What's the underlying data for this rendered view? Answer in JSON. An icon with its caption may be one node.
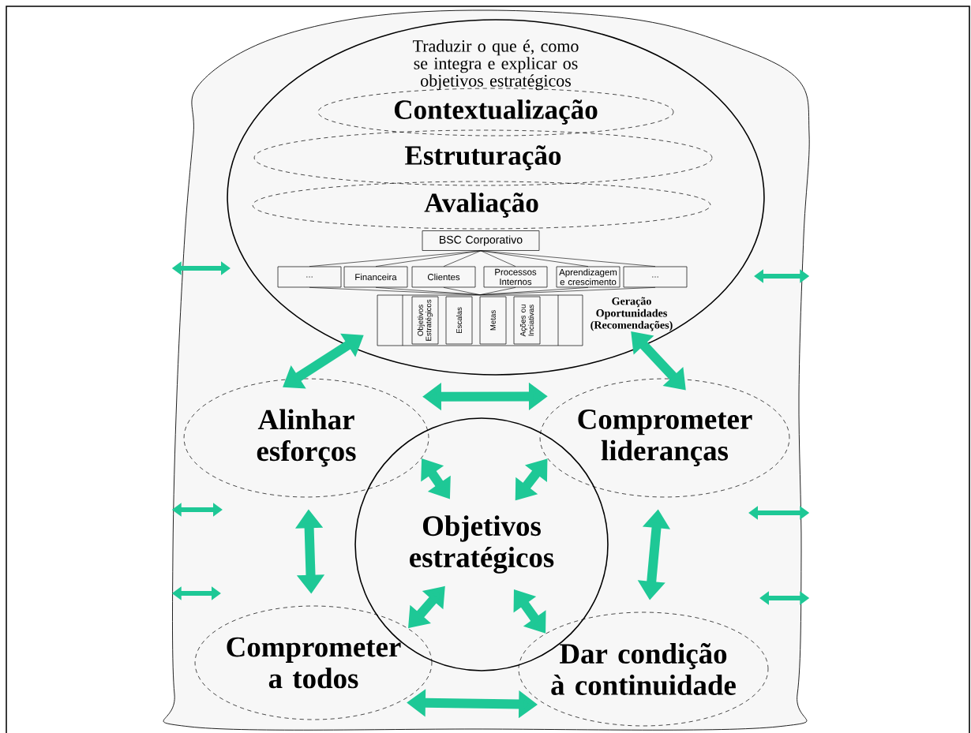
{
  "diagram": {
    "nodes": [
      {
        "text": [],
        "shape": "cloud"
      },
      {
        "text": [
          "Traduzir o que é, como se integra e explicar os objetivos estratégicos"
        ],
        "in": 0
      },
      {
        "text": [
          "Contextualização"
        ],
        "in": 1
      },
      {
        "text": [
          "Estruturação"
        ],
        "in": 1
      },
      {
        "text": [
          "Avaliação"
        ],
        "in": 1
      },
      {
        "text": [
          "BSC Corporativo"
        ],
        "in": 1
      },
      {
        "text": [
          "..."
        ],
        "in": 1
      },
      {
        "text": [
          "Financeira"
        ],
        "in": 1
      },
      {
        "text": [
          "Clientes"
        ],
        "in": 1
      },
      {
        "text": [
          "Processos Internos"
        ],
        "in": 1
      },
      {
        "text": [
          "Aprendizagem e crescimento"
        ],
        "in": 1
      },
      {
        "text": [
          "..."
        ],
        "in": 1
      },
      {
        "text": [],
        "shape": "box",
        "in": 1
      },
      {
        "text": [
          "Objetivos Estratégicos"
        ],
        "in": 12
      },
      {
        "text": [
          "Escalas"
        ],
        "in": 12
      },
      {
        "text": [
          "Metas"
        ],
        "in": 12
      },
      {
        "text": [
          "Ações ou Inciativas"
        ],
        "in": 12
      },
      {
        "text": [
          "Alinhar esforços"
        ],
        "in": 0
      },
      {
        "text": [
          "Comprometer lideranças"
        ],
        "in": 0
      },
      {
        "text": [
          "Objetivos estratégicos"
        ],
        "in": 0
      },
      {
        "text": [
          "Comprometer a todos"
        ],
        "in": 0
      },
      {
        "text": [
          "Dar condição à continuidade"
        ],
        "in": 0
      }
    ],
    "edges": [
      {
        "from": 5,
        "to": 6,
        "arrow": "none",
        "color": "#000000"
      },
      {
        "from": 5,
        "to": 7,
        "arrow": "none",
        "color": "#000000"
      },
      {
        "from": 5,
        "to": 8,
        "arrow": "none",
        "color": "#000000"
      },
      {
        "from": 5,
        "to": 9,
        "arrow": "none",
        "color": "#000000"
      },
      {
        "from": 5,
        "to": 10,
        "arrow": "none",
        "color": "#000000"
      },
      {
        "from": 5,
        "to": 11,
        "arrow": "none",
        "color": "#000000"
      },
      {
        "from": 6,
        "to": 12,
        "arrow": "none",
        "color": "#000000"
      },
      {
        "from": 7,
        "to": 12,
        "arrow": "none",
        "color": "#000000"
      },
      {
        "from": 8,
        "to": 12,
        "arrow": "none",
        "color": "#000000"
      },
      {
        "from": 9,
        "to": 12,
        "arrow": "none",
        "color": "#000000"
      },
      {
        "from": 10,
        "to": 12,
        "arrow": "none",
        "color": "#000000"
      },
      {
        "from": 11,
        "to": 12,
        "arrow": "none",
        "color": "#000000"
      },
      {
        "from": 1,
        "to": 17,
        "arrow": "both",
        "style": "thick"
      },
      {
        "from": 1,
        "to": 18,
        "arrow": "both",
        "style": "thick"
      },
      {
        "from": 17,
        "to": 18,
        "arrow": "both",
        "style": "thick"
      },
      {
        "from": 17,
        "to": 19,
        "arrow": "both",
        "style": "thick"
      },
      {
        "from": 18,
        "to": 19,
        "arrow": "both",
        "style": "thick"
      },
      {
        "from": 17,
        "to": 20,
        "arrow": "both",
        "style": "thick"
      },
      {
        "from": 18,
        "to": 21,
        "arrow": "both",
        "style": "thick"
      },
      {
        "from": 19,
        "to": 20,
        "arrow": "both",
        "style": "thick"
      },
      {
        "from": 19,
        "to": 21,
        "arrow": "both",
        "style": "thick"
      },
      {
        "from": 20,
        "to": 21,
        "arrow": "both",
        "style": "thick"
      },
      {
        "from": null,
        "to": 0,
        "arrow": "both"
      },
      {
        "from": null,
        "to": 0,
        "arrow": "both"
      },
      {
        "from": null,
        "to": 0,
        "arrow": "both"
      },
      {
        "from": null,
        "to": 0,
        "arrow": "both"
      },
      {
        "from": null,
        "to": 0,
        "arrow": "both"
      },
      {
        "from": null,
        "to": 0,
        "arrow": "both"
      }
    ],
    "labels": [
      "Geração Oportunidades (Recomendações)"
    ]
  }
}
